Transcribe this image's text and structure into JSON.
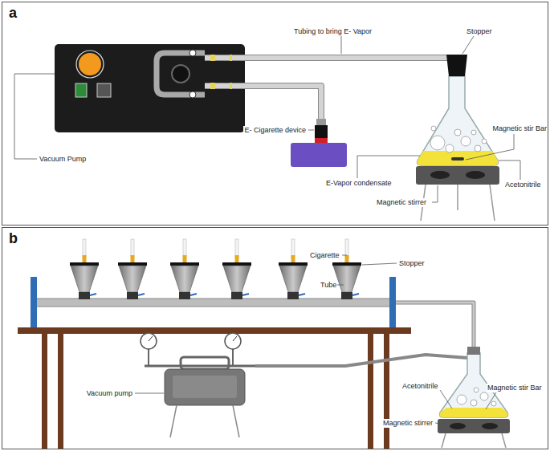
{
  "diagram": {
    "nodes": [
      {
        "text": [
          "a"
        ]
      },
      {
        "text": [
          "b"
        ]
      }
    ],
    "labels": [
      "Tubing to bring E- Vapor",
      "Stopper",
      "Magnetic stir Bar",
      "E- Cigarette device",
      "Vacuum Pump",
      "E-Vapor condensate",
      "Acetonitrile",
      "Magnetic stirrer",
      "Cigarette",
      "Stopper",
      "Tube",
      "Vacuum pump",
      "Acetonitrile",
      "Magnetic stir Bar",
      "Magnetic stirrer"
    ]
  }
}
